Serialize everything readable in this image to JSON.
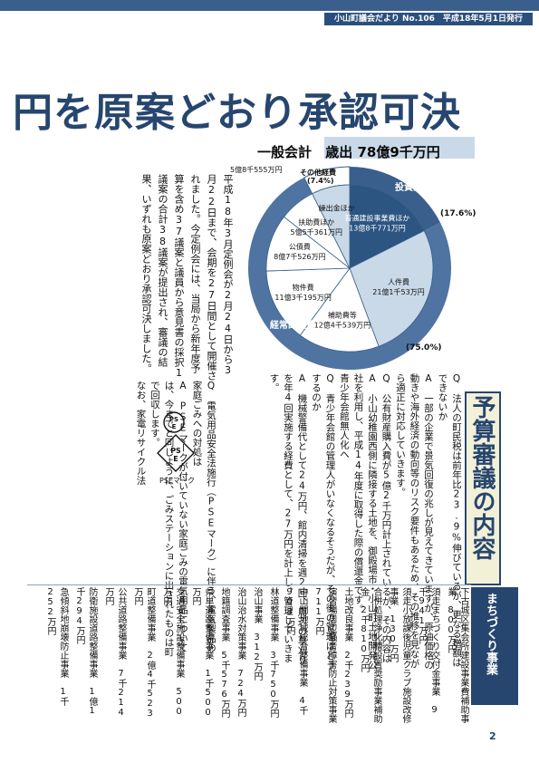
{
  "header": {
    "issue": "小山町議会だより No.106　平成18年5月1日発行"
  },
  "headline": "円を原案どおり承認可決",
  "chart_data": {
    "type": "pie",
    "title_left": "一般会計",
    "title_right": "歳出 78億9千万円",
    "slices": [
      {
        "label": "普通建設事業費ほか",
        "value_text": "13億8千771万円",
        "value": 138771
      },
      {
        "label": "人件費",
        "value_text": "21億1千53万円",
        "value": 211053
      },
      {
        "label": "補助費等",
        "value_text": "12億4千539万円",
        "value": 124539
      },
      {
        "label": "物件費",
        "value_text": "11億3千195万円",
        "value": 113195
      },
      {
        "label": "公債費",
        "value_text": "8億7千526万円",
        "value": 87526
      },
      {
        "label": "扶助費ほか",
        "value_text": "5億5千361万円",
        "value": 55361
      },
      {
        "label": "繰出金ほか",
        "value_text": "",
        "value": 58555
      }
    ],
    "groups": [
      {
        "label": "投資的経費",
        "pct": "(17.6%)"
      },
      {
        "label": "経常的経費",
        "pct": "(75.0%)"
      },
      {
        "label": "その他経費",
        "pct": "(7.4%)",
        "value_text": "5億8千555万円"
      }
    ]
  },
  "intro": "平成18年3月定例会が2月24日から3月22日まで、会期を27日間として開催されました。今定例会には、当局から新年度予算を含め37議案と議員から意見書の採択1議案の合計38議案が提出され、審議の結果、いずれも原案どおり承認可決しました。",
  "yosan_title": "予算審議の内容",
  "qa": "Q　法人の町民税は前年比23.9%伸びているが、更なる増額はできないか\nA　一部の企業で景気回復の兆しが見えてきていますが、原油価格の動きや海外経済の動向等のリスク要件もあるため、その推移を見ながら適正に対応していきます。\nQ　公有財産購入費が5億2千万円計上されているが、その内容は\nA　小山幼稚園西側に隣接する土地を、御殿場市・小山町土地開発公社を利用し、平成14年度に取得した際の償還金です。\n青少年会館無人化へ\nQ　青少年会館の管理人がいなくなるそうだが、その後の管理はどうするのか\nA　機械警備代として24万円、館内清掃を週2回、周辺の草刈りを年4回実施する経費として、27万円を計上し、管理していきます。",
  "pse": "Q　電気用品安全法施行（PSEマーク）に伴う、電気製品の家庭ごみへの対処は\nA　PSEマークが付いていない家庭ごみの電気用品については、今までと同じように、ごみステーションに出されたものは町で回収します。\nなお、家電リサイクル法",
  "pse_caption": "PSEマーク",
  "machi": {
    "title": "まちづくり事業",
    "items": [
      "下古城区集会所建設事業費補助事業　800万円",
      "須走まちづくり交付金事業　9千941万円",
      "須走小放課後児童クラブ施設改修事業　130万円",
      "合併処理浄化槽設置奨励事業補助金　2千810万円",
      "土地改良事業　2千239万円",
      "演習場周辺騒音障害防止対策事業　711万円",
      "中山間地域総合整備事業　4千908万円",
      "林道整備事業　3千750万円",
      "治山事業　312万円",
      "治山治水対策事業　724万円",
      "地籍調査事業　5千576万円",
      "県単道路整備事業　1千500万円",
      "交通安全施設整備事業　500万円",
      "町道整備事業　2億4千523万円",
      "公共道路整備事業　7千214万円",
      "防衛施設道路整備事業　1億1千294万円",
      "急傾斜地崩壊防止事業　1千252万円"
    ]
  },
  "page_number": "2",
  "colors": {
    "brand": "#27466f",
    "accent": "#3a5f8c",
    "pie_light": "#c9d9e8"
  }
}
